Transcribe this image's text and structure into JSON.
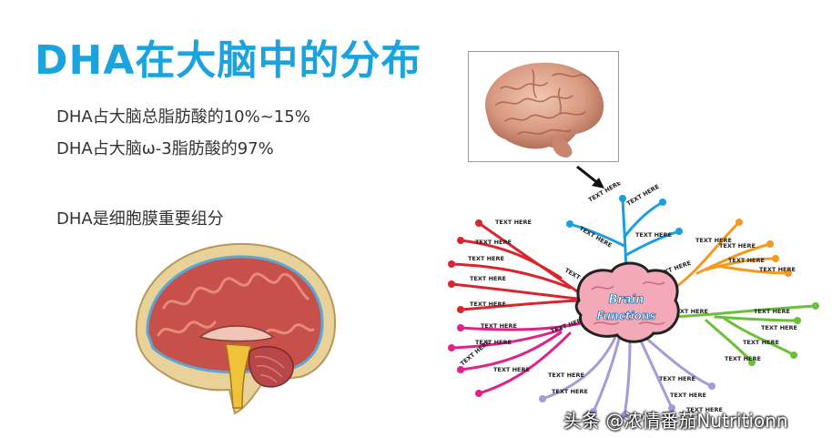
{
  "title": "DHA在大脑中的分布",
  "lines": [
    "DHA占大脑总脂肪酸的10%~15%",
    "DHA占大脑ω-3脂肪酸的97%",
    "DHA是细胞膜重要组分"
  ],
  "mindmap": {
    "center_line1": "Brain",
    "center_line2": "Functions",
    "branch_label": "TEXT HERE"
  },
  "watermark": "头条 @浓情番茄Nutritionn",
  "colors": {
    "title": "#1aa3dd",
    "red": "#d9262e",
    "blue": "#1a9fe0",
    "orange": "#f39a1e",
    "green": "#6cbf3a",
    "magenta": "#e0218a",
    "purple": "#a89ad8"
  },
  "icons": [
    "brain-photo",
    "brain-cross-section-illustration",
    "brain-mindmap",
    "arrow-pointer-icon"
  ]
}
